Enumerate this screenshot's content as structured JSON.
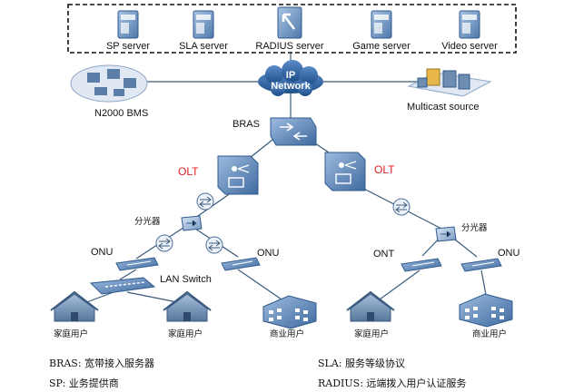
{
  "servers": [
    {
      "label": "SP  server"
    },
    {
      "label": "SLA server"
    },
    {
      "label": "RADIUS server"
    },
    {
      "label": "Game server"
    },
    {
      "label": "Video server"
    }
  ],
  "ip_network": {
    "line1": "IP",
    "line2": "Network"
  },
  "n2000": {
    "label": "N2000 BMS"
  },
  "multicast": {
    "label": "Multicast source"
  },
  "bras": {
    "label": "BRAS"
  },
  "olt_left": {
    "label": "OLT"
  },
  "olt_right": {
    "label": "OLT"
  },
  "splitter_left": {
    "label": "分光器"
  },
  "splitter_right": {
    "label": "分光器"
  },
  "onu_a": {
    "label": "ONU"
  },
  "onu_b": {
    "label": "ONU"
  },
  "ont": {
    "label": "ONT"
  },
  "onu_c": {
    "label": "ONU"
  },
  "lan_switch": {
    "label": "LAN Switch"
  },
  "home1": {
    "label": "家庭用户"
  },
  "home2": {
    "label": "家庭用户"
  },
  "biz1": {
    "label": "商业用户"
  },
  "home3": {
    "label": "家庭用户"
  },
  "biz2": {
    "label": "商业用户"
  },
  "legend": [
    {
      "text": "BRAS:  宽带接入服务器"
    },
    {
      "text": "SLA:  服务等级协议"
    },
    {
      "text": "SP:  业务提供商"
    },
    {
      "text": "RADIUS:  远端拨入用户认证服务"
    }
  ],
  "colors": {
    "device": "#5b86b8",
    "device_dark": "#2f5a8c",
    "olt_red_label": "#e02020",
    "house": "#6f8db0"
  }
}
